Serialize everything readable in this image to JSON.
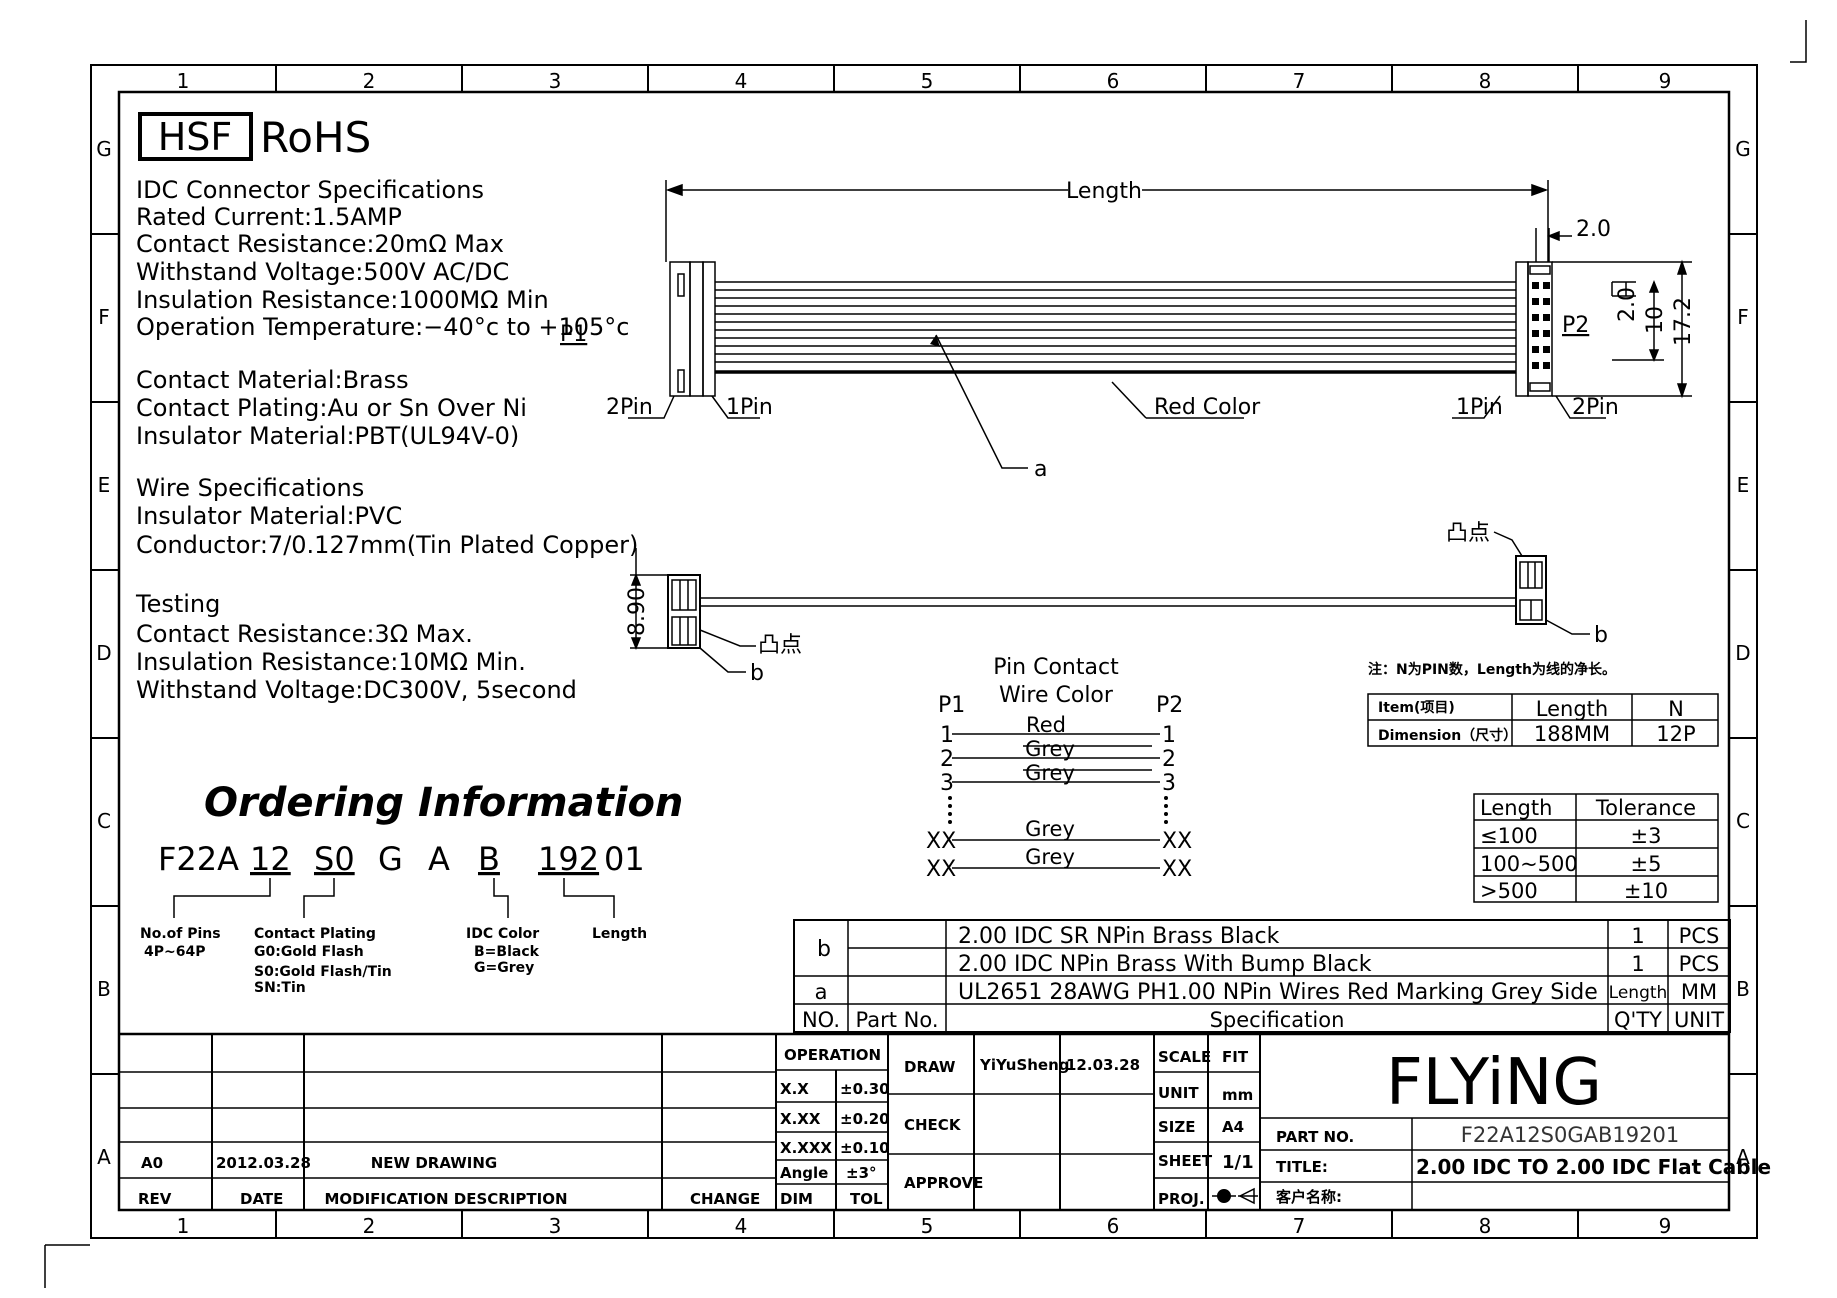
{
  "grid": {
    "cols": [
      "1",
      "2",
      "3",
      "4",
      "5",
      "6",
      "7",
      "8",
      "9"
    ],
    "rows": [
      "G",
      "F",
      "E",
      "D",
      "C",
      "B",
      "A"
    ]
  },
  "hsf": "HSF",
  "rohs": "RoHS",
  "specs": {
    "idc": [
      "IDC Connector Specifications",
      "Rated Current:1.5AMP",
      "Contact Resistance:20mΩ Max",
      "Withstand Voltage:500V AC/DC",
      "Insulation Resistance:1000MΩ Min",
      "Operation Temperature:−40°c to +105°c"
    ],
    "contact": [
      "Contact Material:Brass",
      "Contact Plating:Au or Sn Over Ni",
      "Insulator Material:PBT(UL94V-0)"
    ],
    "wire": [
      "Wire Specifications",
      "Insulator Material:PVC",
      "Conductor:7/0.127mm(Tin Plated Copper)"
    ],
    "testing": [
      "Testing",
      "Contact Resistance:3Ω Max.",
      "Insulation Resistance:10MΩ Min.",
      "Withstand Voltage:DC300V, 5second"
    ]
  },
  "drawing": {
    "length": "Length",
    "p1": "P1",
    "p2": "P2",
    "pin2_left": "2Pin",
    "pin1_left": "1Pin",
    "pin1_right": "1Pin",
    "pin2_right": "2Pin",
    "red_color": "Red Color",
    "a": "a",
    "b": "b",
    "bump": "凸点",
    "dim_2_0": "2.0",
    "dim_10": "10",
    "dim_17_2": "17.2",
    "dim_8_90": "8.90"
  },
  "pin_contact": {
    "title1": "Pin Contact",
    "title2": "Wire Color",
    "p1": "P1",
    "p2": "P2",
    "rows": [
      {
        "l": "1",
        "c": "Red",
        "r": "1"
      },
      {
        "l": "2",
        "c": "Grey",
        "r": "2"
      },
      {
        "l": "3",
        "c": "Grey",
        "r": "3"
      },
      {
        "l": "XX",
        "c": "Grey",
        "r": "XX"
      },
      {
        "l": "XX",
        "c": "Grey",
        "r": "XX"
      }
    ]
  },
  "note": "注：N为PIN数，Length为线的净长。",
  "item_table": {
    "item": "Item(项目)",
    "length": "Length",
    "n": "N",
    "dimension": "Dimension（尺寸）",
    "length_val": "188MM",
    "n_val": "12P"
  },
  "tolerance_table": {
    "h1": "Length",
    "h2": "Tolerance",
    "rows": [
      [
        "≤100",
        "±3"
      ],
      [
        "100~500",
        "±5"
      ],
      [
        ">500",
        "±10"
      ]
    ]
  },
  "ordering": {
    "title": "Ordering Information",
    "code": [
      "F22A",
      "12",
      "S0",
      "G",
      "A",
      "B",
      "192",
      "01"
    ],
    "pins_label": "No.of Pins",
    "pins_range": "4P~64P",
    "plating_label": "Contact Plating",
    "plating_opts": [
      "G0:Gold Flash",
      "S0:Gold Flash/Tin",
      "SN:Tin"
    ],
    "color_label": "IDC Color",
    "color_opts": [
      "B=Black",
      "G=Grey"
    ],
    "length_label": "Length"
  },
  "bom": {
    "rows": [
      {
        "spec": "2.00 IDC SR NPin Brass Black",
        "qty": "1",
        "unit": "PCS"
      },
      {
        "spec": "2.00 IDC NPin Brass With Bump Black",
        "qty": "1",
        "unit": "PCS"
      },
      {
        "no": "a",
        "spec": "UL2651 28AWG PH1.00 NPin Wires Red Marking Grey Side",
        "qty": "Length",
        "unit": "MM"
      }
    ],
    "b_label": "b",
    "header": {
      "no": "NO.",
      "part": "Part No.",
      "spec": "Specification",
      "qty": "Q'TY",
      "unit": "UNIT"
    }
  },
  "title_block": {
    "rev_val": "A0",
    "date_val": "2012.03.28",
    "desc_val": "NEW DRAWING",
    "rev": "REV",
    "date": "DATE",
    "mod": "MODIFICATION DESCRIPTION",
    "change": "CHANGE",
    "operation": "OPERATION",
    "tol": [
      [
        "X.X",
        "±0.30"
      ],
      [
        "X.XX",
        "±0.20"
      ],
      [
        "X.XXX",
        "±0.10"
      ],
      [
        "Angle",
        "±3°"
      ]
    ],
    "dim": "DIM",
    "tol_label": "TOL",
    "draw": "DRAW",
    "drawer": "YiYuSheng",
    "draw_date": "12.03.28",
    "check": "CHECK",
    "approve": "APPROVE",
    "scale": "SCALE",
    "scale_val": "FIT",
    "unit": "UNIT",
    "unit_val": "mm",
    "size": "SIZE",
    "size_val": "A4",
    "sheet": "SHEET",
    "sheet_val": "1/1",
    "proj": "PROJ.",
    "logo": "FLYiNG",
    "part_no": "PART NO.",
    "part_no_val": "F22A12S0GAB19201",
    "title": "TITLE:",
    "title_val": "2.00 IDC TO 2.00 IDC Flat Cable",
    "customer": "客户名称:"
  }
}
